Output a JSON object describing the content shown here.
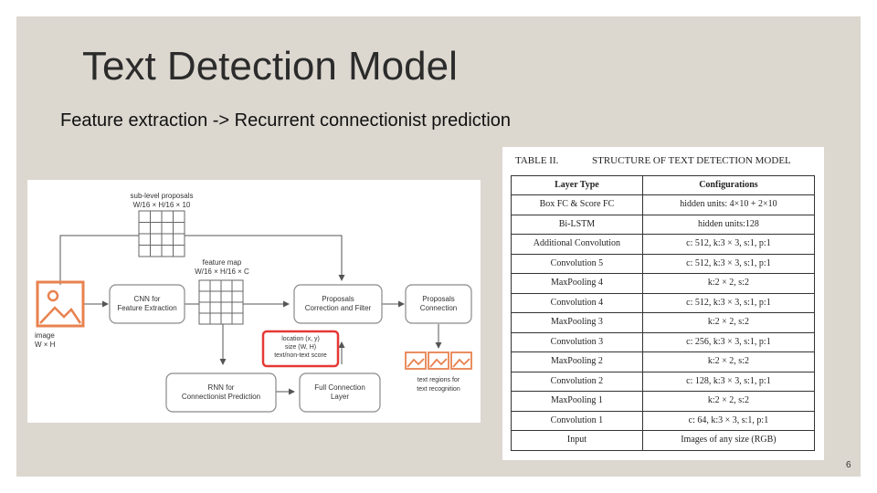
{
  "slide": {
    "title": "Text Detection Model",
    "subtitle": "Feature extraction -> Recurrent connectionist prediction",
    "page_number": "6"
  },
  "diagram": {
    "sub_level_proposals": "sub-level proposals",
    "sub_level_dims": "W/16 × H/16 × 10",
    "feature_map": "feature map",
    "feature_map_dims": "W/16 × H/16 × C",
    "image_label": "image",
    "image_dims": "W × H",
    "cnn_line1": "CNN for",
    "cnn_line2": "Feature Extraction",
    "proposals_cf_line1": "Proposals",
    "proposals_cf_line2": "Correction and Filter",
    "proposals_conn_line1": "Proposals",
    "proposals_conn_line2": "Connection",
    "score_line1": "location (x, y)",
    "score_line2": "size (W, H)",
    "score_line3": "text/non-text score",
    "rnn_line1": "RNN for",
    "rnn_line2": "Connectionist Prediction",
    "fc_line1": "Full Connection",
    "fc_line2": "Layer",
    "text_regions_line1": "text regions for",
    "text_regions_line2": "text recognition",
    "colors": {
      "accent": "#e8824f",
      "highlight": "#e53935",
      "box_stroke": "#8a8a8a"
    }
  },
  "table": {
    "caption_left": "TABLE II.",
    "caption_right": "STRUCTURE OF TEXT DETECTION MODEL",
    "headers": [
      "Layer Type",
      "Configurations"
    ],
    "rows": [
      [
        "Box FC & Score FC",
        "hidden units: 4×10 + 2×10"
      ],
      [
        "Bi-LSTM",
        "hidden units:128"
      ],
      [
        "Additional Convolution",
        "c: 512, k:3 × 3, s:1, p:1"
      ],
      [
        "Convolution 5",
        "c: 512, k:3 × 3, s:1, p:1"
      ],
      [
        "MaxPooling 4",
        "k:2 × 2, s:2"
      ],
      [
        "Convolution 4",
        "c: 512, k:3 × 3, s:1, p:1"
      ],
      [
        "MaxPooling 3",
        "k:2 × 2, s:2"
      ],
      [
        "Convolution 3",
        "c: 256, k:3 × 3, s:1, p:1"
      ],
      [
        "MaxPooling 2",
        "k:2 × 2, s:2"
      ],
      [
        "Convolution 2",
        "c: 128, k:3 × 3, s:1, p:1"
      ],
      [
        "MaxPooling 1",
        "k:2 × 2, s:2"
      ],
      [
        "Convolution 1",
        "c: 64, k:3 × 3, s:1, p:1"
      ],
      [
        "Input",
        "Images of any size (RGB)"
      ]
    ]
  }
}
